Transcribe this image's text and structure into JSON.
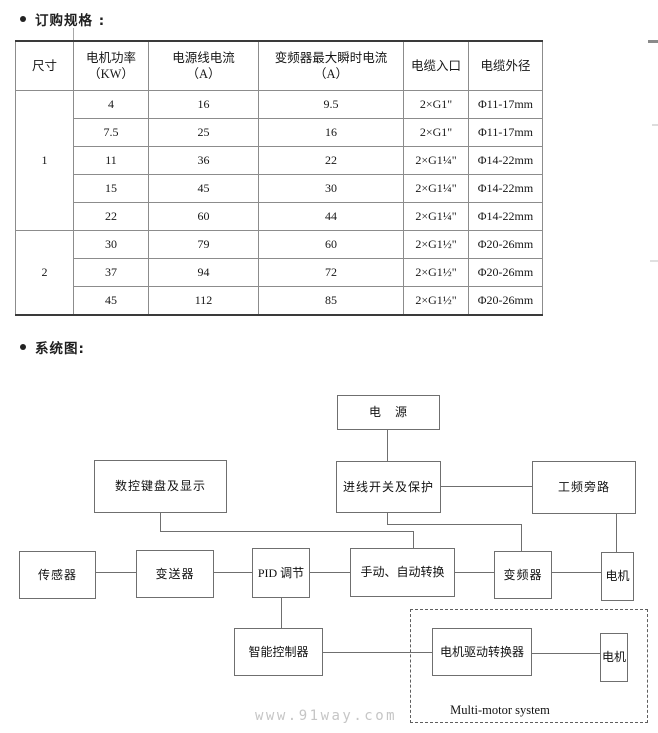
{
  "sections": {
    "specs_title": "订购规格 :",
    "diagram_title": "系统图:"
  },
  "table": {
    "columns": [
      {
        "label": "尺寸",
        "sub": ""
      },
      {
        "label": "电机功率",
        "sub": "（KW）"
      },
      {
        "label": "电源线电流",
        "sub": "（A）"
      },
      {
        "label": "变频器最大瞬时电流",
        "sub": "（A）"
      },
      {
        "label": "电缆入口",
        "sub": ""
      },
      {
        "label": "电缆外径",
        "sub": ""
      }
    ],
    "groups": [
      {
        "size": "1",
        "rows": [
          [
            "4",
            "16",
            "9.5",
            "2×G1\"",
            "Φ11-17mm"
          ],
          [
            "7.5",
            "25",
            "16",
            "2×G1\"",
            "Φ11-17mm"
          ],
          [
            "11",
            "36",
            "22",
            "2×G1¼\"",
            "Φ14-22mm"
          ],
          [
            "15",
            "45",
            "30",
            "2×G1¼\"",
            "Φ14-22mm"
          ],
          [
            "22",
            "60",
            "44",
            "2×G1¼\"",
            "Φ14-22mm"
          ]
        ]
      },
      {
        "size": "2",
        "rows": [
          [
            "30",
            "79",
            "60",
            "2×G1½\"",
            "Φ20-26mm"
          ],
          [
            "37",
            "94",
            "72",
            "2×G1½\"",
            "Φ20-26mm"
          ],
          [
            "45",
            "112",
            "85",
            "2×G1½\"",
            "Φ20-26mm"
          ]
        ]
      }
    ]
  },
  "diagram": {
    "nodes": {
      "power": "电　源",
      "keypad": "数控键盘及显示",
      "incoming_switch": "进线开关及保护",
      "bypass": "工频旁路",
      "sensor": "传感器",
      "transmitter": "变送器",
      "pid": "PID 调节",
      "manual_auto": "手动、自动转换",
      "inverter": "变频器",
      "motor_top": "电机",
      "controller": "智能控制器",
      "motor_drive_converter": "电机驱动转换器",
      "motor_bottom": "电机"
    },
    "multi_motor_label": "Multi-motor system"
  },
  "watermark": "www.91way.com"
}
